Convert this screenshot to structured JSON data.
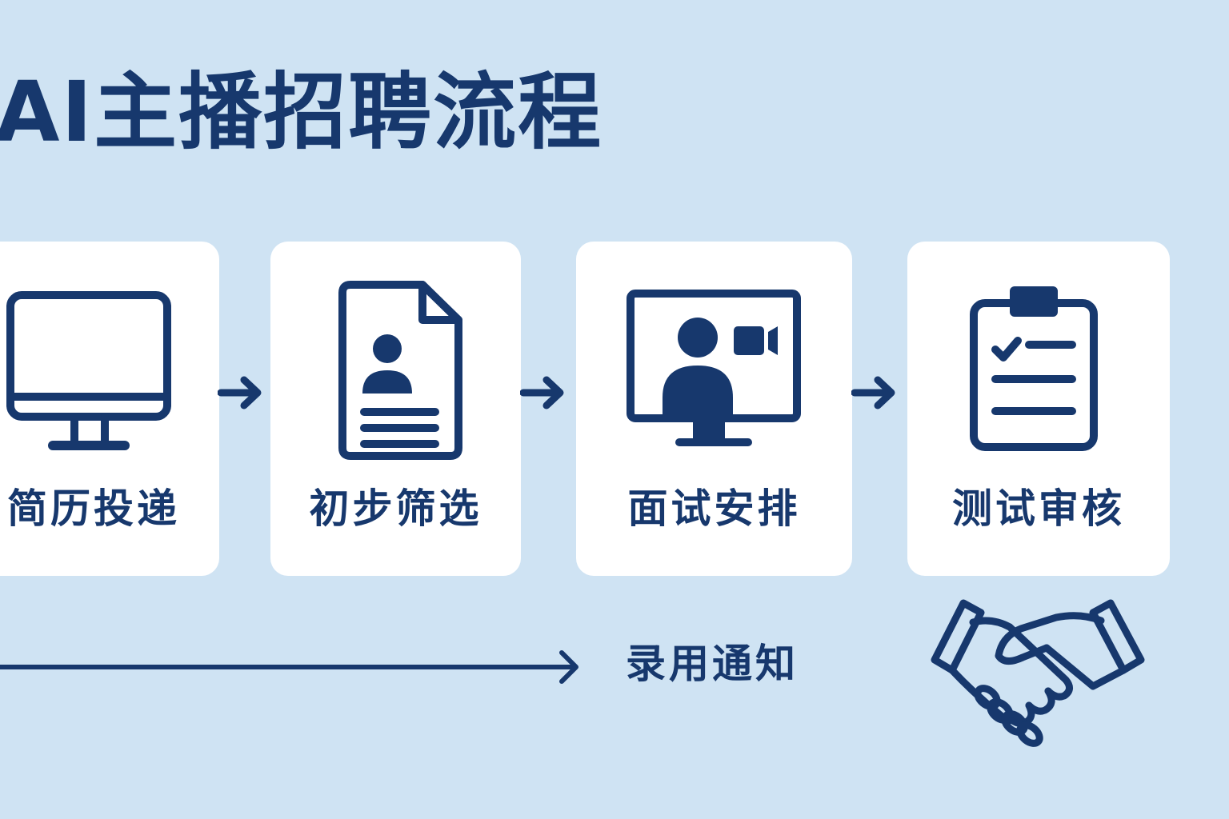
{
  "title": "AI主播招聘流程",
  "colors": {
    "background": "#cfe3f3",
    "card": "#ffffff",
    "primary": "#17386d"
  },
  "steps": [
    {
      "label": "简历投递",
      "icon": "monitor-icon"
    },
    {
      "label": "初步筛选",
      "icon": "resume-document-icon"
    },
    {
      "label": "面试安排",
      "icon": "video-call-icon"
    },
    {
      "label": "测试审核",
      "icon": "clipboard-checklist-icon"
    }
  ],
  "final_step": {
    "label": "录用通知",
    "icon": "handshake-icon"
  }
}
